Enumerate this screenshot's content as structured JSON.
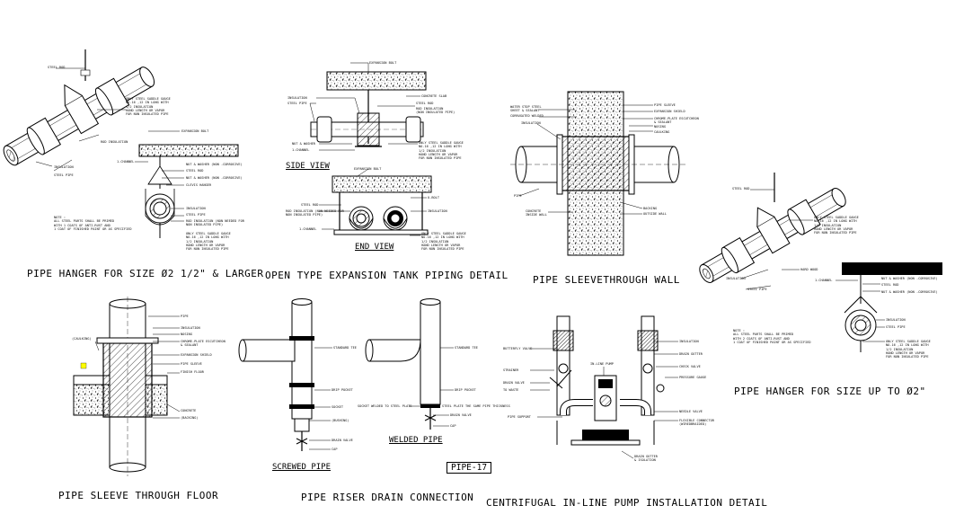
{
  "titles": {
    "pipe_hanger_large": "PIPE HANGER FOR SIZE Ø2 1/2\" & LARGER",
    "expansion_tank": "OPEN TYPE EXPANSION TANK PIPING DETAIL",
    "sleeve_wall": "PIPE SLEEVETHROUGH WALL",
    "pipe_hanger_small": "PIPE HANGER FOR SIZE UP TO Ø2\"",
    "sleeve_floor": "PIPE SLEEVE THROUGH FLOOR",
    "riser_drain": "PIPE RISER DRAIN CONNECTION",
    "pump": "CENTRIFUGAL IN-LINE PUMP INSTALLATION DETAIL"
  },
  "subtitles": {
    "side_view": "SIDE VIEW",
    "end_view": "END VIEW",
    "screwed": "SCREWED PIPE",
    "welded": "WELDED PIPE"
  },
  "drawing_tag": "PIPE-17",
  "hanger_large_labels": {
    "steel_rod": "STEEL ROD",
    "clevis": "ONLY STEEL SADDLE GAUGE\nNO.16 ,12 IN LONG WITH\n1/2 INSULATION\nHAND LENGTH OR VAPOR\nFOR NON INSULATED PIPE",
    "rod_insulation": "ROD INSULATION",
    "expansion_bolt": "EXPANSION BOLT",
    "channel": "1-CHANNEL",
    "steel_rod_2": "STEEL ROD",
    "nut_washer": "NUT & WASHER (NON -CORROSIVE)",
    "nut_washer_2": "NUT & WASHER (NON -CORROSIVE)",
    "clevis_hanger": "CLEVIS HANGER",
    "insulation": "INSULATION",
    "steel_pipe": "STEEL PIPE",
    "rod_insulation_2": "ROD INSULATION (NON NEEDED FOR\nNON INSULATED PIPE)",
    "saddle": "ONLY STEEL SADDLE GAUGE\nNO.16 ,12 IN LONG WITH\n1/2 INSULATION\nHAND LENGTH OR VAPOR\nFOR NON INSULATED PIPE",
    "insulation_2": "INSULATION",
    "steel_pipe_2": "STEEL PIPE",
    "note": "NOTE :\nALL STEEL PARTS SHALL BE PRIMED\nWITH 1 COATS OF ANTI-RUST AND\n1 COAT OF FINISHED PAINT OR AS SPECIFIED"
  },
  "expansion_tank_labels": {
    "expansion_bolt": "EXPANSION BOLT",
    "insulation": "INSULATION",
    "steel_pipe": "STEEL PIPE",
    "concrete_slab": "CONCRETE SLAB",
    "steel_rod": "STEEL ROD",
    "rod_insulation": "ROD INSULATION\n(NON INSULATED PIPE)",
    "nut_washer": "NUT & WASHER",
    "channel": "1-CHANNEL",
    "saddle": "ONLY STEEL SADDLE GAUGE\nNO.16 ,12 IN LONG WITH\n1/2 INSULATION\nHAND LENGTH OR VAPOR\nFOR NON INSULATED PIPE",
    "expansion_bolt_2": "EXPANSION BOLT",
    "steel_rod_2": "STEEL ROD",
    "rod_insulation_2": "ROD INSULATION (NON NEEDED FOR\nNON INSULATED PIPE)",
    "channel_2": "1-CHANNEL",
    "u_bolt": "U-BOLT",
    "insulation_2": "INSULATION",
    "saddle_2": "ONLY STEEL SADDLE GAUGE\nNO.16 ,12 IN LONG WITH\n1/2 INSULATION\nHAND LENGTH OR VAPOR\nFOR NON INSULATED PIPE"
  },
  "sleeve_wall_labels": {
    "water_stop": "WATER STOP STEEL\nSHEET & SEALANT",
    "corrugated": "CORRUGATED WELDED",
    "insulation": "INSULATION",
    "pipe_sleeve": "PIPE SLEEVE",
    "expansion_shield": "EXPANSION SHIELD",
    "escutcheon": "CHROME-PLATE ESCUTCHEON\n& SEALANT",
    "nosing": "NOSING",
    "caulking": "CAULKING",
    "pipe": "PIPE",
    "conc_wall": "CONCRETE\nINSIDE WALL",
    "backing": "BACKING",
    "outside_wall": "OUTSIDE WALL"
  },
  "hanger_small_labels": {
    "steel_rod": "STEEL ROD",
    "clevis": "ONLY STEEL SADDLE GAUGE\nNO.16 ,12 IN LONG WITH\n1/2 INSULATION\nHAND LENGTH OR VAPOR\nFOR NON INSULATED PIPE",
    "hard_wood": "HARD WOOD",
    "insulation": "INSULATION",
    "steel_pipe": "STEEL PIPE",
    "channel": "1-CHANNEL",
    "nut_washer": "NUT & WASHER (NON -CORROSIVE)",
    "steel_rod_2": "STEEL ROD",
    "nut_washer_2": "NUT & WASHER (NON -CORROSIVE)",
    "insulation_2": "INSULATION",
    "steel_pipe_2": "STEEL PIPE",
    "saddle": "ONLY STEEL SADDLE GAUGE\nNO.16 ,12 IN LONG WITH\n1/2 INSULATION\nHAND LENGTH OR VAPOR\nFOR NON INSULATED PIPE",
    "note": "NOTE :\nALL STEEL PARTS SHALL BE PRIMED\nWITH 2 COATS OF ANTI-RUST AND\n1 COAT OF FINISHED PAINT OR AS SPECIFIED"
  },
  "sleeve_floor_labels": {
    "caulking": "(CAULKING)",
    "pipe": "PIPE",
    "insulation": "INSULATION",
    "nosing": "NOSING",
    "escutcheon": "CHROME-PLATE ESCUTCHEON\n& SEALANT",
    "expansion_shield": "EXPANSION SHIELD",
    "pipe_sleeve": "PIPE SLEEVE",
    "finish_floor": "FINISH FLOOR",
    "conc": "CONCRETE",
    "backing": "(BACKING)"
  },
  "riser_labels": {
    "standard_tee": "STANDARD TEE",
    "drip_pocket": "DRIP POCKET",
    "socket": "SOCKET",
    "bushing": "(BUSHING)",
    "drain_valve": "DRAIN VALVE",
    "cap": "CAP",
    "standard_tee_2": "STANDARD TEE",
    "drip_pocket_2": "DRIP POCKET",
    "socket_weld": "SOCKET WELDED TO STEEL PLATE",
    "plate_thickness": "STEEL PLATE THE SAME PIPE THICKNESS",
    "drain_valve_2": "DRAIN VALVE",
    "cap_2": "CAP"
  },
  "pump_labels": {
    "butterfly": "BUTTERFLY VALVE",
    "strainer": "STRAINER",
    "drain_valve": "DRAIN VALVE",
    "to_waste": "TO WASTE",
    "pipe_support": "PIPE SUPPORT",
    "inline_pump": "IN-LINE PUMP",
    "insulation": "INSULATION",
    "drain_gutter": "DRAIN GUTTER",
    "check_valve": "CHECK VALVE",
    "pressure_gauge": "PRESSURE GAUGE",
    "needle_valve": "NEEDLE VALVE",
    "flex_conn": "FLEXIBLE CONNECTOR\n(WIREDBRAIDED)",
    "drain_gutter_2": "DRAIN GUTTER\n& ISOLATION"
  }
}
